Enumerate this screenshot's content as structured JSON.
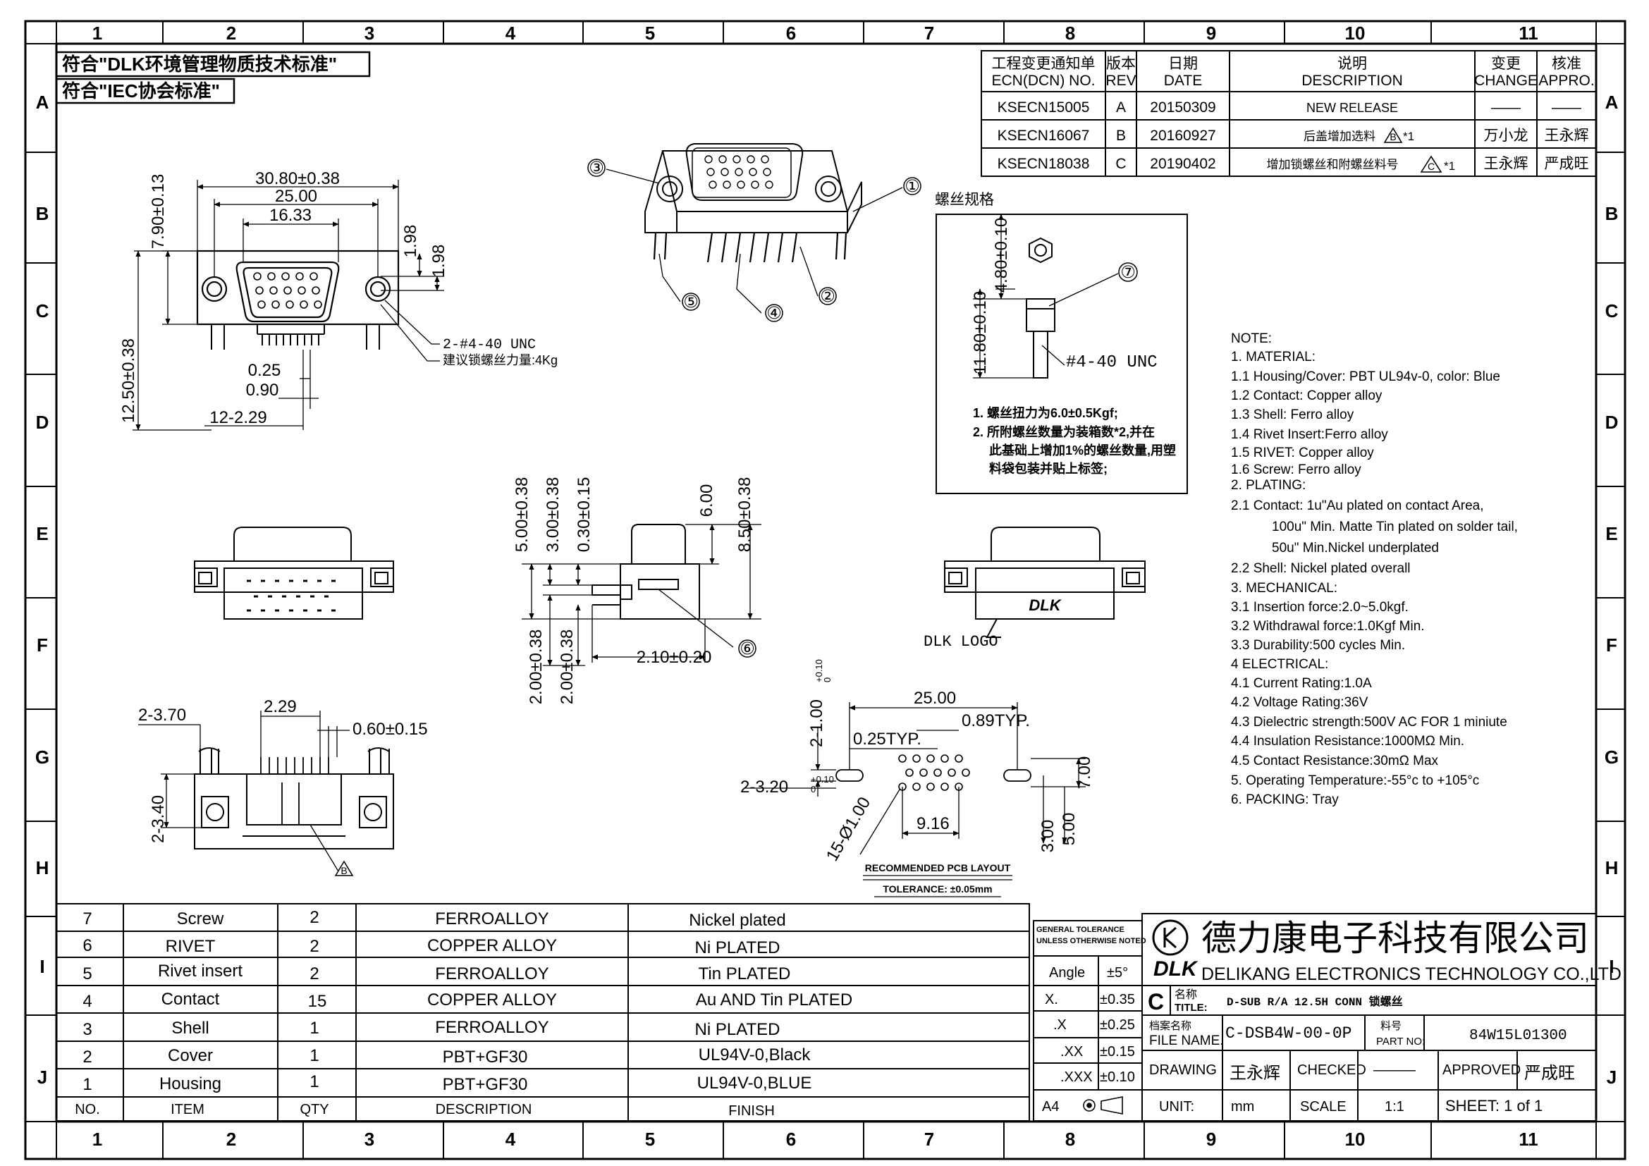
{
  "grid": {
    "cols": [
      "1",
      "2",
      "3",
      "4",
      "5",
      "6",
      "7",
      "8",
      "9",
      "10",
      "11"
    ],
    "rows": [
      "A",
      "B",
      "C",
      "D",
      "E",
      "F",
      "G",
      "H",
      "I",
      "J"
    ]
  },
  "standards": {
    "env": "符合\"DLK环境管理物质技术标准\"",
    "iec": "符合\"IEC协会标准\""
  },
  "revisions": {
    "headers": {
      "ecn_cn": "工程变更通知单",
      "ecn_en": "ECN(DCN) NO.",
      "rev_cn": "版本",
      "rev_en": "REV",
      "date_cn": "日期",
      "date_en": "DATE",
      "desc_cn": "说明",
      "desc_en": "DESCRIPTION",
      "chg_cn": "变更",
      "chg_en": "CHANGE",
      "appr_cn": "核准",
      "appr_en": "APPRO."
    },
    "rows": [
      {
        "ecn": "KSECN15005",
        "rev": "A",
        "date": "20150309",
        "desc": "NEW RELEASE",
        "change": "——",
        "approve": "——"
      },
      {
        "ecn": "KSECN16067",
        "rev": "B",
        "date": "20160927",
        "desc": "后盖增加选料",
        "mark": "B",
        "note": "*1",
        "change": "万小龙",
        "approve": "王永辉"
      },
      {
        "ecn": "KSECN18038",
        "rev": "C",
        "date": "20190402",
        "desc": "增加锁螺丝和附螺丝料号",
        "mark": "C",
        "note": "*1",
        "change": "王永辉",
        "approve": "严成旺"
      }
    ]
  },
  "dims_front": {
    "w_total": "30.80±0.38",
    "w_holes": "25.00",
    "w_shell": "16.33",
    "h_flange": "7.90±0.13",
    "d1": "1.98",
    "d2": "1.98",
    "thread": "2-#4-40 UNC",
    "torque": "建议锁螺丝力量:4Kg",
    "h_total": "12.50±0.38",
    "p1": "0.25",
    "p2": "0.90",
    "p3": "12-2.29"
  },
  "balloons": [
    "①",
    "②",
    "③",
    "④",
    "⑤",
    "⑥",
    "⑦"
  ],
  "screw": {
    "title": "螺丝规格",
    "h1": "4.80±0.10",
    "h2": "11.80±0.10",
    "thread": "#4-40 UNC",
    "note1": "1. 螺丝扭力为6.0±0.5Kgf;",
    "note2a": "2. 所附螺丝数量为装箱数*2,并在",
    "note2b": "此基础上增加1%的螺丝数量,用塑",
    "note2c": "料袋包装并贴上标签;"
  },
  "dims_side": {
    "a": "5.00±0.38",
    "b": "3.00±0.38",
    "c": "0.30±0.15",
    "d": "6.00",
    "e": "8.50±0.38",
    "f": "2.00±0.38",
    "g": "2.00±0.38",
    "h": "2.10±0.20"
  },
  "dims_bottom": {
    "a": "2-3.70",
    "b": "2.29",
    "c": "0.60±0.15",
    "d": "2-3.40"
  },
  "logo_label": "DLK LOGO",
  "logo_text": "DLK",
  "pcb": {
    "w": "25.00",
    "t1": "0.25TYP.",
    "t2": "0.89TYP.",
    "slot_w": "2-1.00",
    "slot_tol": "+0.10",
    "slot_tol2": "0",
    "hole": "2-3.20",
    "hole_tol": "+0.10",
    "hole_tol2": "0",
    "h": "7.00",
    "pins": "15-Ø1.00",
    "pitch": "9.16",
    "y1": "3.00",
    "y2": "5.00",
    "title": "RECOMMENDED PCB LAYOUT",
    "tol": "TOLERANCE: ±0.05mm"
  },
  "notes": [
    "NOTE:",
    "1.  MATERIAL:",
    "1.1  Housing/Cover: PBT UL94v-0, color: Blue",
    "1.2  Contact: Copper alloy",
    "1.3  Shell: Ferro alloy",
    "1.4  Rivet Insert:Ferro alloy",
    "1.5  RIVET: Copper alloy",
    "1.6  Screw: Ferro alloy",
    "2.  PLATING:",
    "2.1  Contact: 1u\"Au plated on contact Area,",
    "100u\" Min. Matte Tin plated on solder tail,",
    "50u\" Min.Nickel underplated",
    "2.2  Shell: Nickel plated overall",
    "3.    MECHANICAL:",
    "3.1  Insertion force:2.0~5.0kgf.",
    "3.2  Withdrawal force:1.0Kgf Min.",
    "3.3  Durability:500 cycles Min.",
    "4    ELECTRICAL:",
    "4.1  Current Rating:1.0A",
    "4.2  Voltage Rating:36V",
    "4.3  Dielectric strength:500V AC FOR 1 miniute",
    "4.4  Insulation Resistance:1000MΩ Min.",
    "4.5  Contact Resistance:30mΩ Max",
    "5.  Operating Temperature:-55°c to +105°c",
    "6.  PACKING: Tray"
  ],
  "bom": {
    "headers": {
      "no": "NO.",
      "item": "ITEM",
      "qty": "QTY",
      "desc": "DESCRIPTION",
      "finish": "FINISH"
    },
    "rows": [
      {
        "no": "7",
        "item": "Screw",
        "qty": "2",
        "desc": "FERROALLOY",
        "finish": "Nickel plated"
      },
      {
        "no": "6",
        "item": "RIVET",
        "qty": "2",
        "desc": "COPPER ALLOY",
        "finish": "Ni PLATED"
      },
      {
        "no": "5",
        "item": "Rivet insert",
        "qty": "2",
        "desc": "FERROALLOY",
        "finish": "Tin PLATED"
      },
      {
        "no": "4",
        "item": "Contact",
        "qty": "15",
        "desc": "COPPER ALLOY",
        "finish": "Au AND Tin PLATED"
      },
      {
        "no": "3",
        "item": "Shell",
        "qty": "1",
        "desc": "FERROALLOY",
        "finish": "Ni PLATED"
      },
      {
        "no": "2",
        "item": "Cover",
        "qty": "1",
        "desc": "PBT+GF30",
        "finish": "UL94V-0,Black"
      },
      {
        "no": "1",
        "item": "Housing",
        "qty": "1",
        "desc": "PBT+GF30",
        "finish": "UL94V-0,BLUE"
      }
    ]
  },
  "tolerance": {
    "title1": "GENERAL TOLERANCE",
    "title2": "UNLESS OTHERWISE NOTED",
    "rows": [
      {
        "k": "Angle",
        "v": "±5°"
      },
      {
        "k": "X.",
        "v": "±0.35"
      },
      {
        "k": ".X",
        "v": "±0.25"
      },
      {
        "k": ".XX",
        "v": "±0.15"
      },
      {
        "k": ".XXX",
        "v": "±0.10"
      }
    ],
    "paper": "A4"
  },
  "titleblock": {
    "company_cn": "德力康电子科技有限公司",
    "company_en": "DELIKANG ELECTRONICS TECHNOLOGY CO.,LTD",
    "logo": "DLK",
    "rev": "C",
    "title_cn": "名称",
    "title_en": "TITLE:",
    "title": "D-SUB R/A 12.5H CONN 锁螺丝",
    "file_cn": "档案名称",
    "file_en": "FILE NAME.",
    "file": "C-DSB4W-00-0P",
    "part_cn": "料号",
    "part_en": "PART NO:",
    "part": "84W15L01300",
    "drawing": "DRAWING",
    "drawer": "王永辉",
    "checked": "CHECKED",
    "checker": "———",
    "approved": "APPROVED",
    "approver": "严成旺",
    "unit_k": "UNIT:",
    "unit": "mm",
    "scale_k": "SCALE",
    "scale": "1:1",
    "sheet": "SHEET:  1  of  1"
  }
}
